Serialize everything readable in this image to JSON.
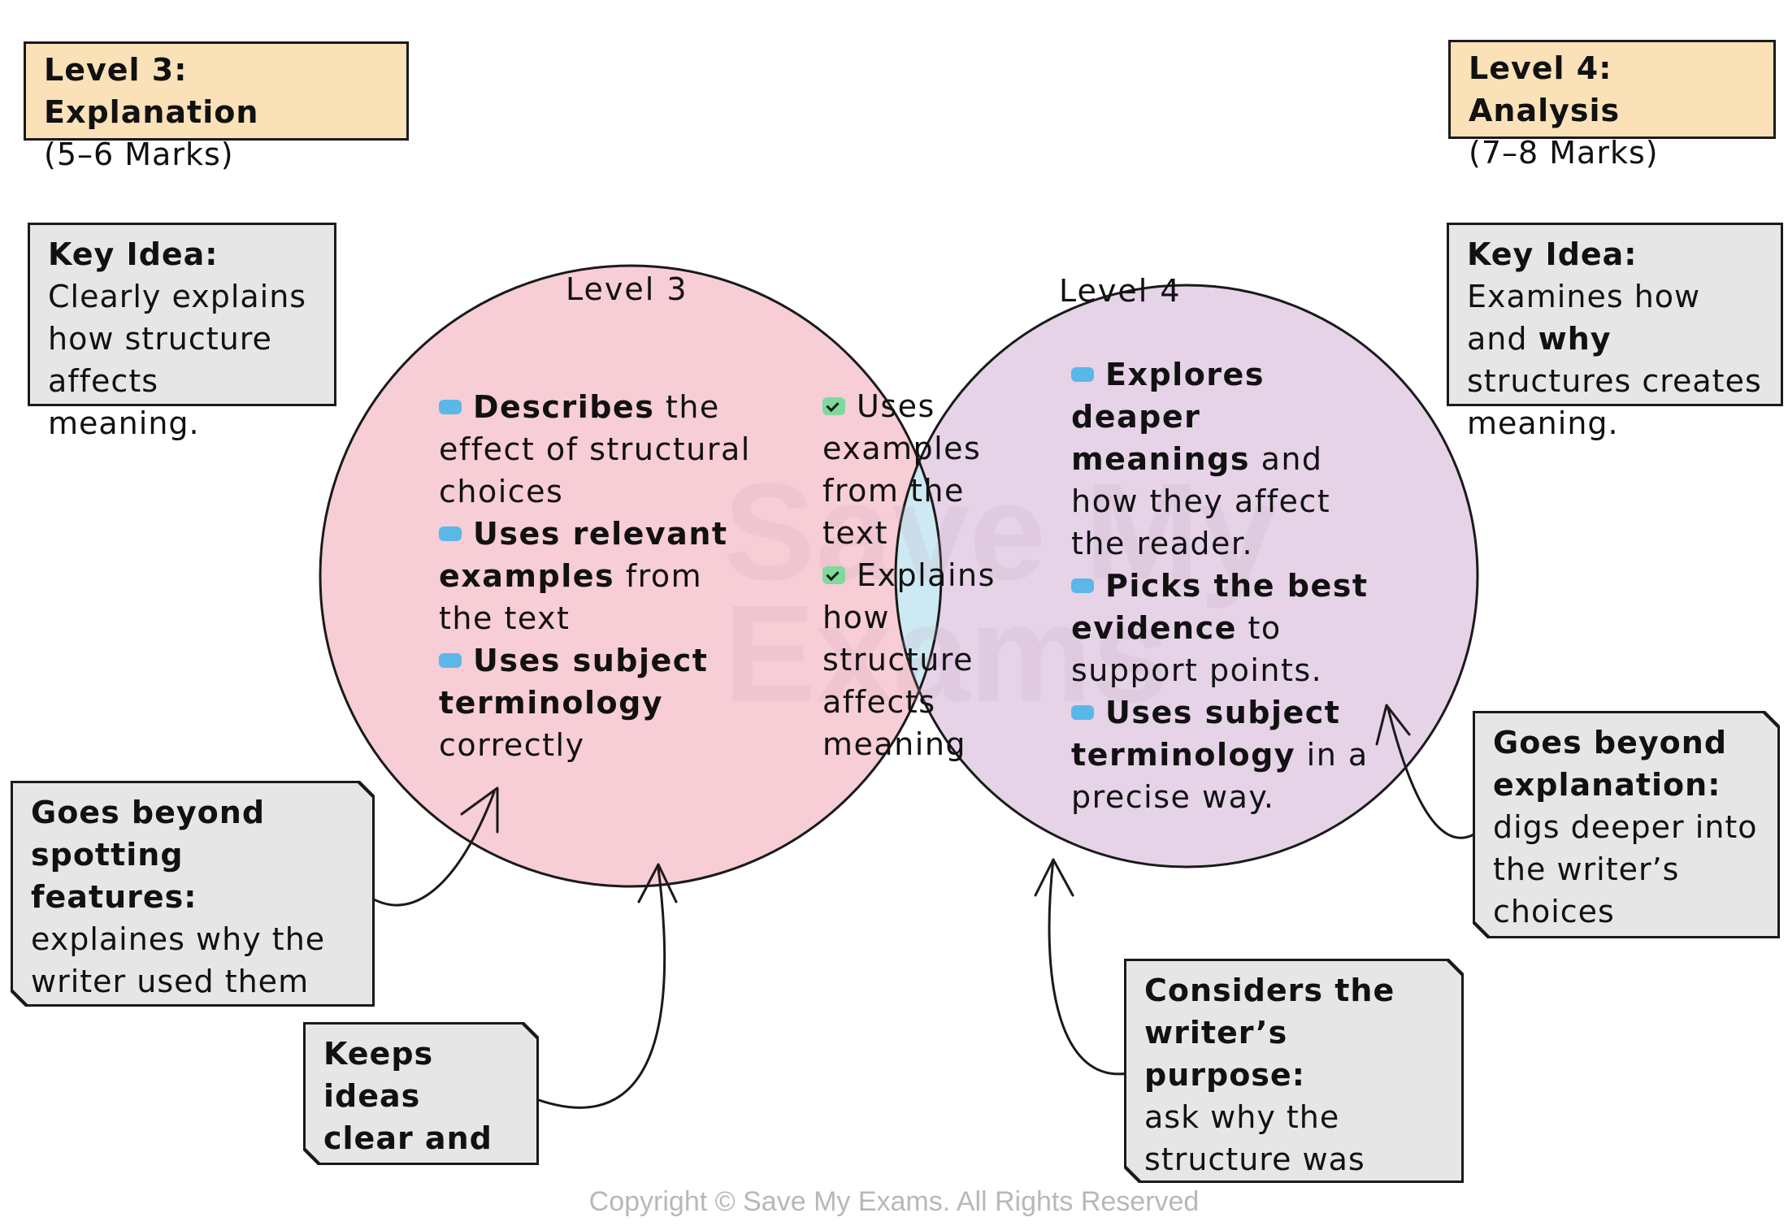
{
  "headers": {
    "level3": {
      "title": "Level 3: Explanation",
      "marks": "(5–6 Marks)"
    },
    "level4": {
      "title": "Level 4: Analysis",
      "marks": "(7–8 Marks)"
    }
  },
  "key_ideas": {
    "left": {
      "label": "Key Idea:",
      "text": "Clearly explains how structure affects meaning."
    },
    "right": {
      "label": "Key Idea:",
      "text_pre": "Examines how and",
      "text_bold": "why",
      "text_post": "structures creates meaning."
    }
  },
  "venn": {
    "left_title": "Level 3",
    "right_title": "Level 4",
    "left_items": [
      {
        "bold": "Describes",
        "rest": "the effect of structural choices"
      },
      {
        "bold": "Uses relevant examples",
        "rest": "from the text"
      },
      {
        "bold": "Uses subject terminology",
        "rest": "correctly"
      }
    ],
    "middle_items": [
      {
        "text": "Uses examples from the text"
      },
      {
        "text": "Explains how structure affects meaning"
      }
    ],
    "right_items": [
      {
        "bold": "Explores deaper meanings",
        "rest": "and how they affect the reader."
      },
      {
        "bold": "Picks the best evidence",
        "rest": "to support points."
      },
      {
        "bold": "Uses subject terminology",
        "rest": "in a precise way."
      }
    ],
    "colors": {
      "left": "#f7cdd6",
      "right": "#e6d3e8",
      "overlap": "#cde9f2",
      "bullet": "#5bb7e8",
      "check": "#7ed99a"
    }
  },
  "callouts": {
    "spotting": {
      "bold": "Goes beyond spotting features:",
      "text": "explaines why the writer used them"
    },
    "clear": {
      "bold": "Keeps ideas clear and logical"
    },
    "purpose": {
      "bold": "Considers the writer’s purpose:",
      "text": "ask why the structure was used"
    },
    "beyond": {
      "bold": "Goes beyond explanation:",
      "text": "digs deeper into the writer’s choices"
    }
  },
  "watermark": {
    "line1": "Save My",
    "line2": "Exams"
  },
  "copyright": "Copyright © Save My Exams. All Rights Reserved"
}
